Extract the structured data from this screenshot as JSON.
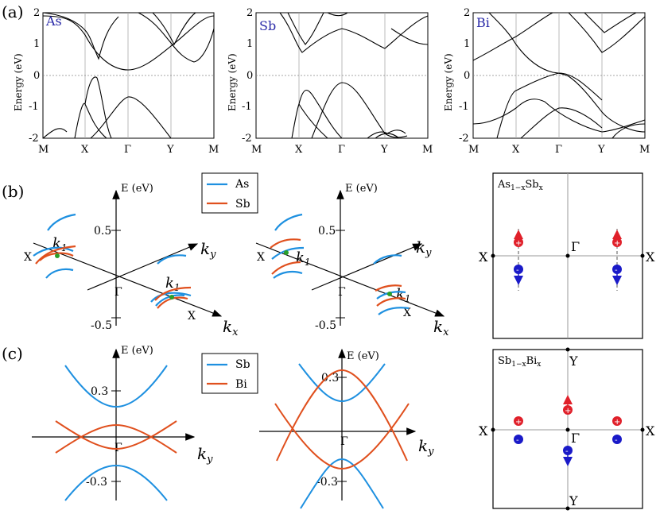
{
  "panel_labels": {
    "a": "(a)",
    "b": "(b)",
    "c": "(c)"
  },
  "bands": {
    "ylabel": "Energy (eV)",
    "yticks": [
      "2",
      "1",
      "0",
      "-1",
      "-2"
    ],
    "kpoints": [
      "M",
      "X",
      "Γ",
      "Y",
      "M"
    ],
    "materials": [
      "As",
      "Sb",
      "Bi"
    ]
  },
  "panel_b": {
    "axis_e": "E (eV)",
    "tick_pos": "0.5",
    "tick_neg": "-0.5",
    "k1": "k",
    "k1_sub": "1",
    "gamma": "Γ",
    "x_label": "X",
    "kx": "k",
    "kx_sub": "x",
    "ky": "k",
    "ky_sub": "y",
    "legend": [
      {
        "name": "As",
        "color": "#1e90e0"
      },
      {
        "name": "Sb",
        "color": "#e0501e"
      }
    ]
  },
  "panel_c": {
    "axis_e": "E (eV)",
    "tick_pos": "0.3",
    "tick_neg": "-0.3",
    "gamma": "Γ",
    "ky": "k",
    "ky_sub": "y",
    "legend": [
      {
        "name": "Sb",
        "color": "#1e90e0"
      },
      {
        "name": "Bi",
        "color": "#e0501e"
      }
    ]
  },
  "bz_top": {
    "title_main": "As",
    "title_sub": "1−x",
    "title_main2": "Sb",
    "title_sub2": "x",
    "x_left": "X",
    "x_right": "X",
    "gamma": "Γ"
  },
  "bz_bottom": {
    "title_main": "Sb",
    "title_sub": "1−x",
    "title_main2": "Bi",
    "title_sub2": "x",
    "x_left": "X",
    "x_right": "X",
    "gamma": "Γ",
    "y_top": "Y",
    "y_bottom": "Y"
  },
  "colors": {
    "blue": "#1e90e0",
    "orange": "#e0501e",
    "red_dot": "#e0202a",
    "blue_dot": "#1a1ac8",
    "label_blue": "#2a2aa8"
  }
}
